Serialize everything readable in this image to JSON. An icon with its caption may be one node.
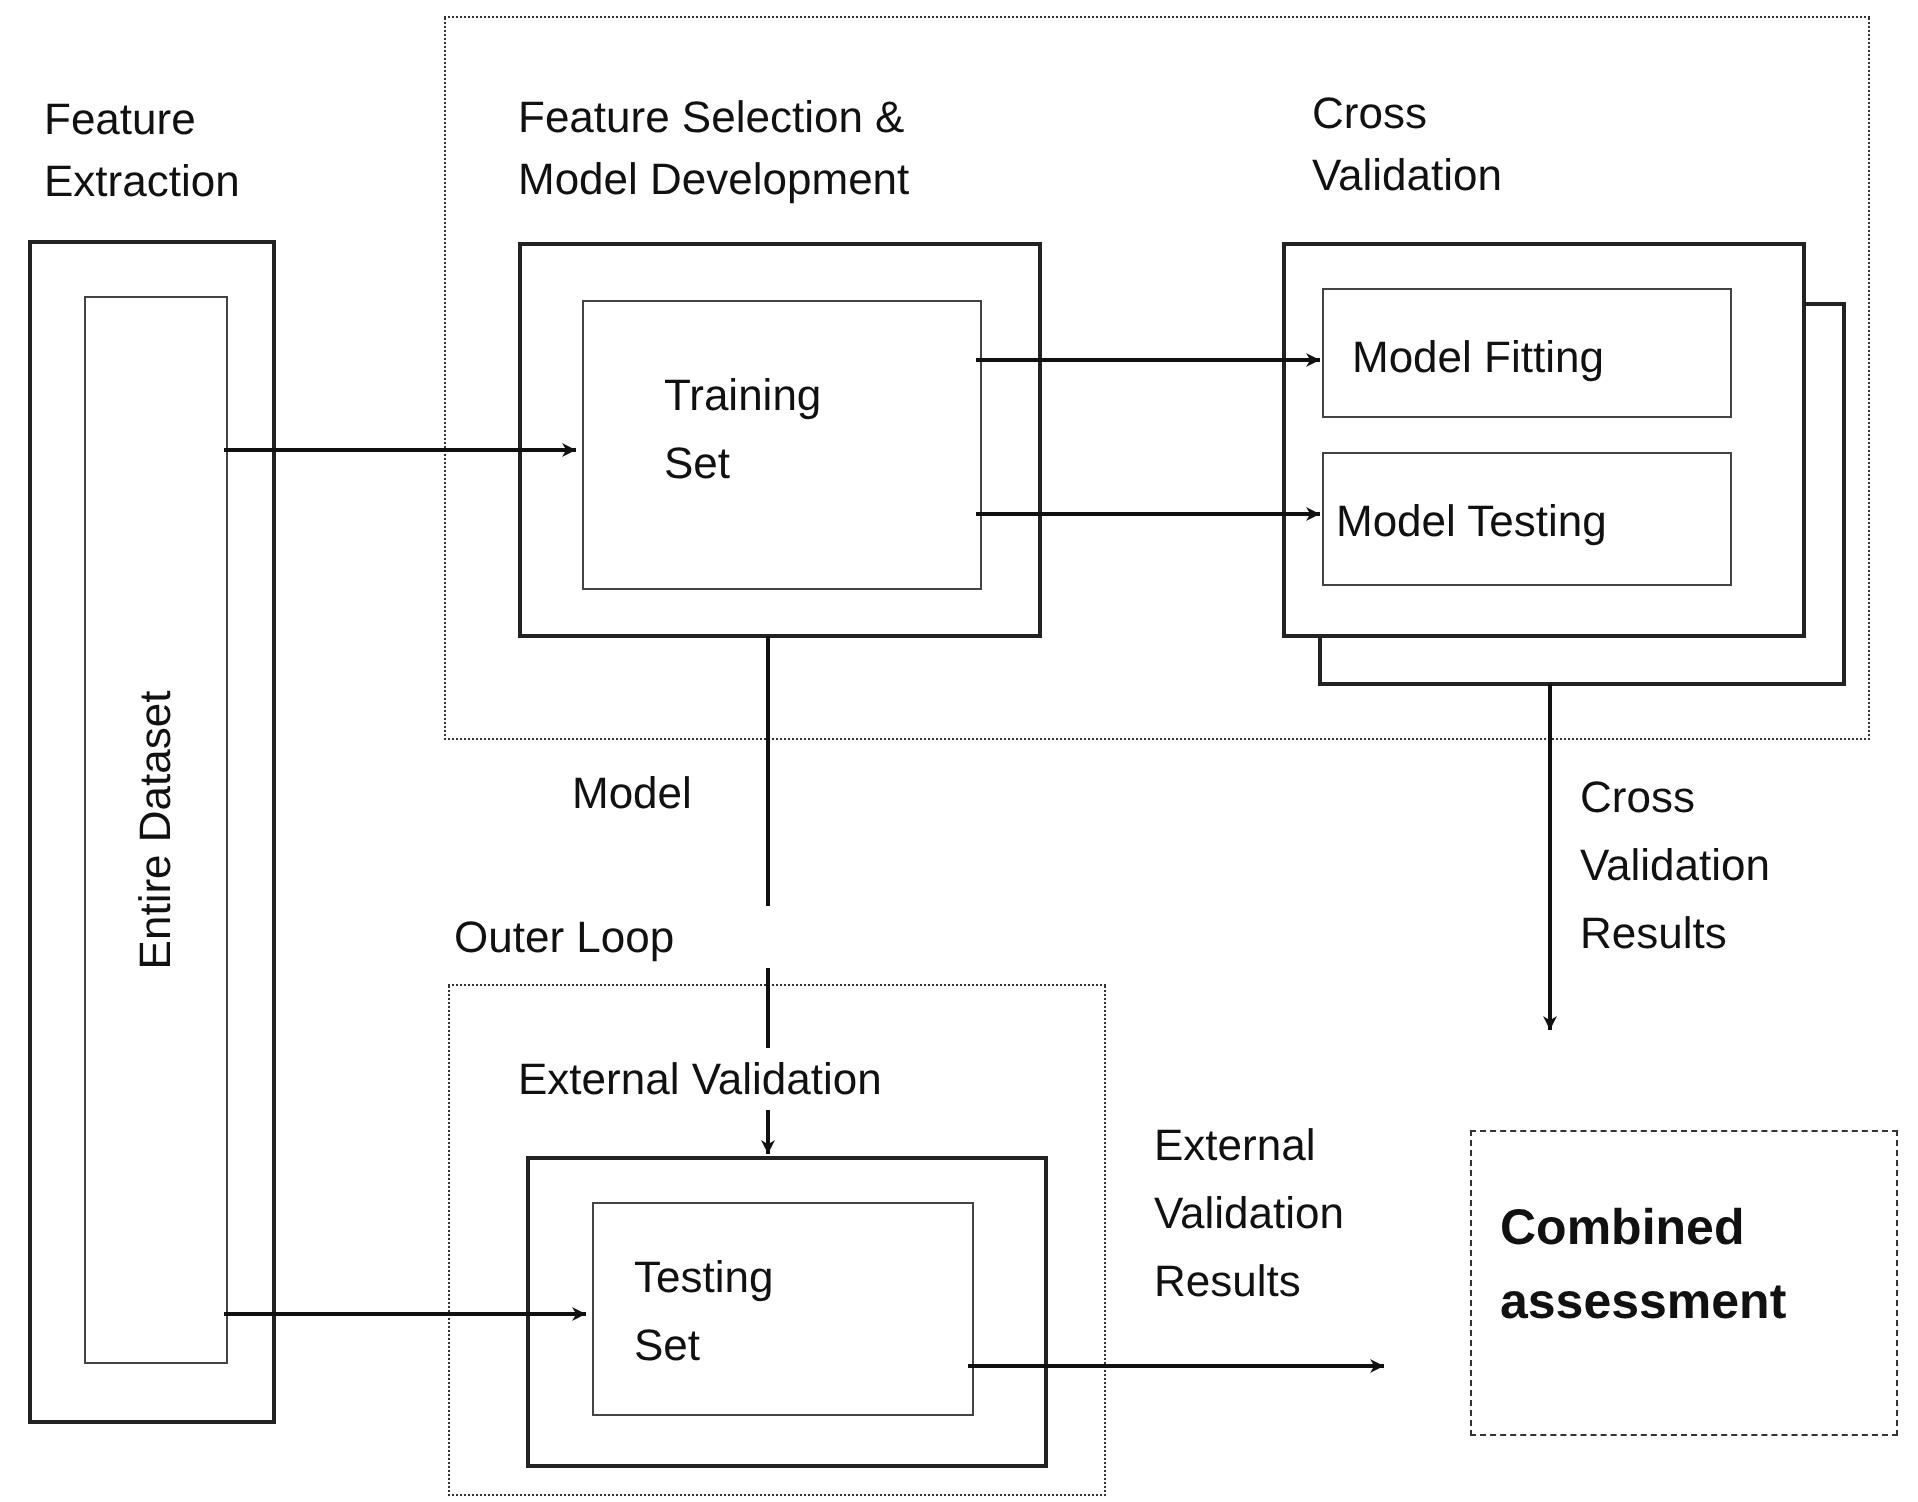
{
  "diagram": {
    "nodes": [
      {
        "text": [
          "Feature Extraction"
        ]
      },
      {
        "text": [
          "Entire Dataset"
        ],
        "in": 0
      },
      {
        "text": [],
        "shape": "box"
      },
      {
        "text": [
          "Feature Selection & Model Development"
        ],
        "in": 2
      },
      {
        "text": [
          "Training Set"
        ],
        "in": 3
      },
      {
        "text": [
          "Cross Validation"
        ],
        "in": 2
      },
      {
        "text": [
          "Model Fitting"
        ],
        "in": 5
      },
      {
        "text": [
          "Model Testing"
        ],
        "in": 5
      },
      {
        "text": [
          "Outer Loop"
        ]
      },
      {
        "text": [
          "External Validation"
        ],
        "in": 8
      },
      {
        "text": [
          "Testing Set"
        ],
        "in": 9
      },
      {
        "text": [
          "Combined assessment"
        ]
      }
    ],
    "edges": [
      {
        "from": 1,
        "to": 4,
        "arrow": "to"
      },
      {
        "from": 4,
        "to": 6,
        "arrow": "to"
      },
      {
        "from": 4,
        "to": 7,
        "arrow": "to"
      },
      {
        "from": 3,
        "to": 9,
        "arrow": "to",
        "label": "Model"
      },
      {
        "from": 5,
        "to": null,
        "arrow": "to",
        "label": "Cross Validation Results"
      },
      {
        "from": 1,
        "to": 10,
        "arrow": "to"
      },
      {
        "from": 10,
        "to": null,
        "arrow": "to",
        "label": "External Validation Results"
      }
    ]
  }
}
